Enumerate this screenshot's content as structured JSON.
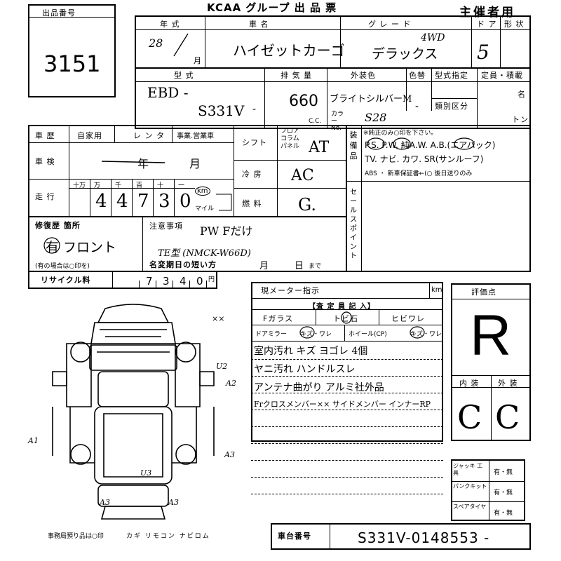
{
  "header": {
    "title": "KCAA グループ 出 品 票",
    "organizer": "主催者用"
  },
  "lot": {
    "label": "出品番号",
    "value": "3151"
  },
  "row1": {
    "year_label": "年 式",
    "year_value": "28",
    "month_unit": "月",
    "name_label": "車 名",
    "name_value": "ハイゼットカーゴ",
    "grade_label": "グ レ ー ド",
    "grade_value": "デラックス",
    "grade_note": "4WD",
    "doors_label": "ド ア",
    "doors_value": "5",
    "shape_label": "形 状"
  },
  "row2": {
    "type_label": "型 式",
    "type_prefix": "EBD -",
    "type_value": "S331V",
    "type_suffix": "-",
    "displacement_label": "排 気 量",
    "displacement_value": "660",
    "displacement_unit": "C.C.",
    "color_label": "外装色",
    "color_value": "ブライトシルバーM",
    "color_no_label": "色替",
    "color_no_dash": "-",
    "color_code_label": "カラー No.",
    "color_code_value": "S28",
    "designation_label": "型式指定",
    "category_label": "類別区分",
    "capacity_label": "定員・積載",
    "capacity_unit1": "名",
    "capacity_unit2": "トン"
  },
  "history": {
    "label": "車 歴",
    "opt1": "自家用",
    "opt2": "レ ン タ",
    "opt3": "事業.営業車",
    "inspection_label": "車 検",
    "inspection_value": "年",
    "inspection_month": "月",
    "mileage_label": "走 行",
    "mileage_units": [
      "十万",
      "万",
      "千",
      "百",
      "十",
      "一"
    ],
    "mileage_digits": [
      "",
      "4",
      "4",
      "7",
      "3",
      "0"
    ],
    "mileage_unit_km": "km",
    "mileage_unit_mile": "マイル"
  },
  "specs": {
    "shift_label": "シフト",
    "shift_opts": "フロア コラム パネル",
    "shift_value": "AT",
    "ac_label": "冷 房",
    "ac_value": "AC",
    "fuel_label": "燃 料",
    "fuel_value": "G."
  },
  "equipment": {
    "label": "装備品",
    "note": "※純正のみ○印を下さい。",
    "line1": "P.S. P.W. 純A.W. A.B.(エアバック)",
    "line2": "TV. ナビ. カワ. SR(サンルーフ)",
    "line3": "ABS ・ 新車保証書←(○ 後日送りのみ"
  },
  "sales_point_label": "セールスポイント",
  "repair": {
    "label": "修復歴 箇所",
    "value": "有 フロント",
    "hint": "(有の場合は○印を)"
  },
  "notes": {
    "label": "注意事項",
    "line1": "PW Fだけ",
    "line2": "TE型 (NMCK-W66D)",
    "deadline_label": "名変期日の短い方",
    "deadline_month": "月",
    "deadline_day": "日",
    "deadline_suffix": "まで"
  },
  "recycle": {
    "label": "リサイクル料",
    "digits": [
      "",
      "7",
      "3",
      "4",
      "0"
    ],
    "unit": "円"
  },
  "inspector": {
    "meter_label": "現メーター指示",
    "meter_unit": "km",
    "section_label": "【査 定 員 記 入】",
    "glass": "Fガラス",
    "chip": "トビ石",
    "crack": "ヒビワレ",
    "mirror": "ドアミラー",
    "mirror_opts": "キズ・ワレ",
    "wheel": "ホイール(CP)",
    "wheel_opts": "キズ・ワレ",
    "comments": [
      "室内汚れ キズ ヨゴレ 4個",
      "ヤニ汚れ ハンドルスレ",
      "アンテナ曲がり アルミ社外品",
      "Frクロスメンバー×× サイドメンバー インナーRP"
    ]
  },
  "evaluation": {
    "label": "評価点",
    "score": "R",
    "interior_label": "内 装",
    "exterior_label": "外 装",
    "interior_value": "C",
    "exterior_value": "C"
  },
  "tools": {
    "rows": [
      {
        "label": "ジャッキ 工 具",
        "value": "有・無"
      },
      {
        "label": "パンクキット",
        "value": "有・無"
      },
      {
        "label": "スペアタイヤ",
        "value": "有・無"
      }
    ]
  },
  "diagram": {
    "marks": [
      "××",
      "U2",
      "A2",
      "A1",
      "A3",
      "U3",
      "A3",
      "A3"
    ]
  },
  "footer": {
    "office_note": "事務局預り品は○印",
    "keys": "カギ リモコン ナビロム",
    "chassis_label": "車台番号",
    "chassis_value": "S331V-0148553 -"
  }
}
